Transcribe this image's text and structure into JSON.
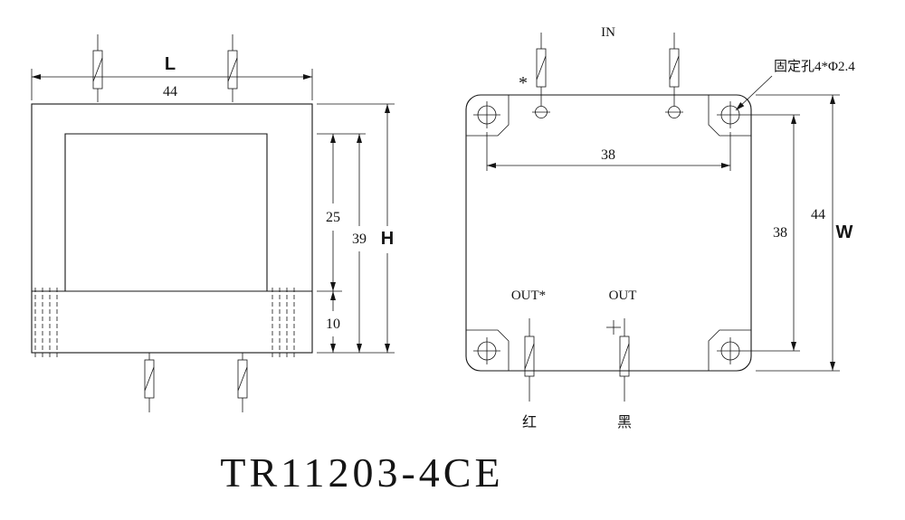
{
  "title": "TR11203-4CE",
  "left_view": {
    "width_letter": "L",
    "width_value": "44",
    "inner_height": "25",
    "height_value": "39",
    "height_letter": "H",
    "skirt_height": "10"
  },
  "right_view": {
    "in_label": "IN",
    "in_star_mark": "*",
    "hole_note": "固定孔4*Φ2.4",
    "hole_spacing_x": "38",
    "hole_spacing_y": "38",
    "depth_value": "44",
    "depth_letter": "W",
    "out_star_label": "OUT*",
    "out_label": "OUT",
    "red_label": "红",
    "black_label": "黑"
  }
}
